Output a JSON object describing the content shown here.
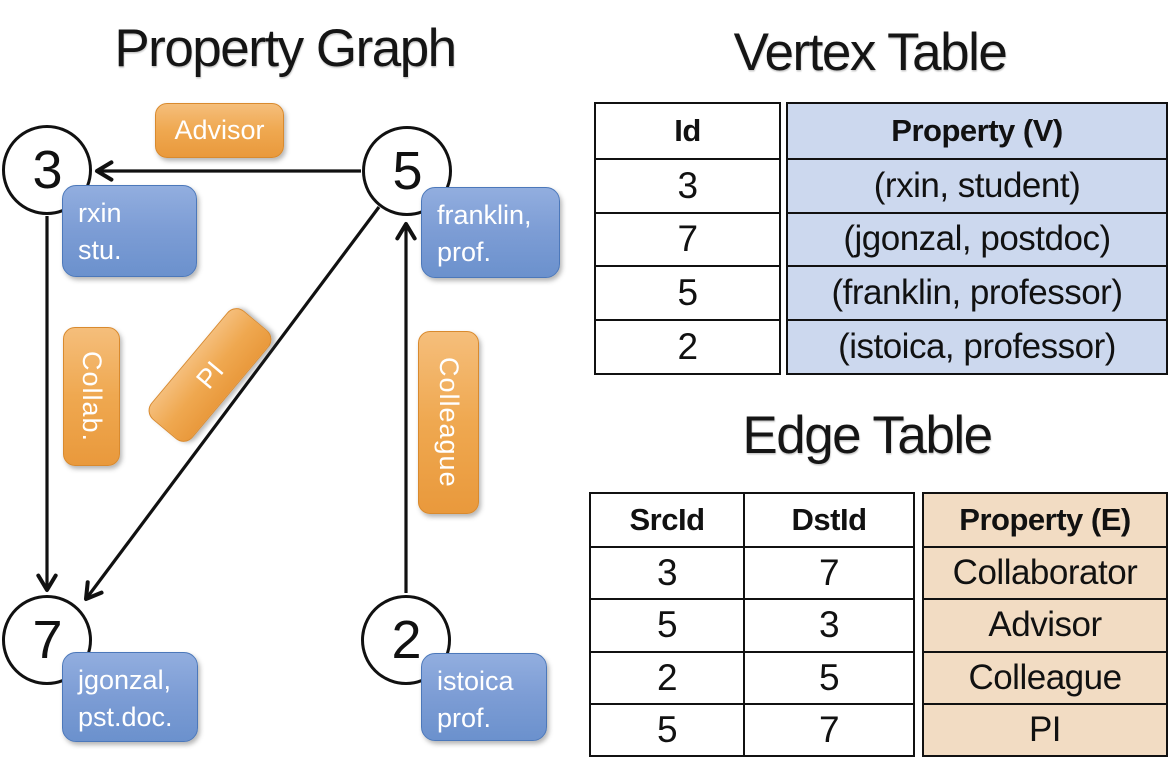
{
  "titles": {
    "graph": "Property Graph",
    "vertex_table": "Vertex Table",
    "edge_table": "Edge Table"
  },
  "graph": {
    "nodes": [
      {
        "id": "3",
        "property_line1": "rxin",
        "property_line2": "stu."
      },
      {
        "id": "5",
        "property_line1": "franklin,",
        "property_line2": "prof."
      },
      {
        "id": "7",
        "property_line1": "jgonzal,",
        "property_line2": "pst.doc."
      },
      {
        "id": "2",
        "property_line1": "istoica",
        "property_line2": "prof."
      }
    ],
    "edges": [
      {
        "src": "5",
        "dst": "3",
        "label": "Advisor"
      },
      {
        "src": "3",
        "dst": "7",
        "label": "Collab."
      },
      {
        "src": "5",
        "dst": "7",
        "label": "PI"
      },
      {
        "src": "2",
        "dst": "5",
        "label": "Colleague"
      }
    ]
  },
  "vertex_table": {
    "headers": {
      "id": "Id",
      "property": "Property (V)"
    },
    "rows": [
      {
        "id": "3",
        "property": "(rxin, student)"
      },
      {
        "id": "7",
        "property": "(jgonzal, postdoc)"
      },
      {
        "id": "5",
        "property": "(franklin, professor)"
      },
      {
        "id": "2",
        "property": "(istoica, professor)"
      }
    ]
  },
  "edge_table": {
    "headers": {
      "src": "SrcId",
      "dst": "DstId",
      "property": "Property (E)"
    },
    "rows": [
      {
        "src": "3",
        "dst": "7",
        "property": "Collaborator"
      },
      {
        "src": "5",
        "dst": "3",
        "property": "Advisor"
      },
      {
        "src": "2",
        "dst": "5",
        "property": "Colleague"
      },
      {
        "src": "5",
        "dst": "7",
        "property": "PI"
      }
    ]
  },
  "colors": {
    "line": "#111111",
    "vertex_accent": "#7d9dd5",
    "edge_accent": "#efa850",
    "vertex_table_fill": "#ccd8ee",
    "edge_table_fill": "#f2dcc3"
  }
}
